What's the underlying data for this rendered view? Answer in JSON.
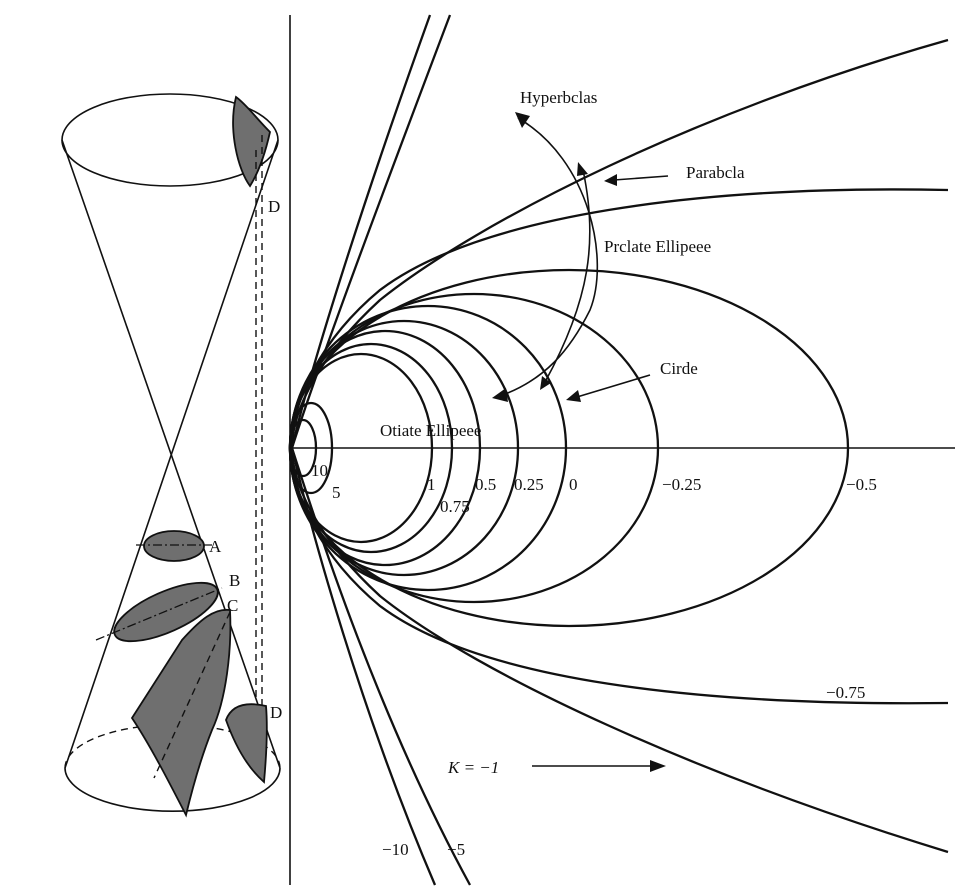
{
  "cone": {
    "points": [
      "A",
      "B",
      "C",
      "D",
      "D"
    ]
  },
  "labels": {
    "hyperbolas": "Hyperbclas",
    "parabola": "Parabcla",
    "prolate": "Prclate Ellipeee",
    "circle": "Cirde",
    "oblate": "Otiate Ellipeee",
    "k_minus_one": "K = −1"
  },
  "k_values": [
    "10",
    "5",
    "1",
    "0.75",
    "0.5",
    "0.25",
    "0",
    "−0.25",
    "−0.5",
    "−0.75",
    "−10",
    "−5"
  ]
}
